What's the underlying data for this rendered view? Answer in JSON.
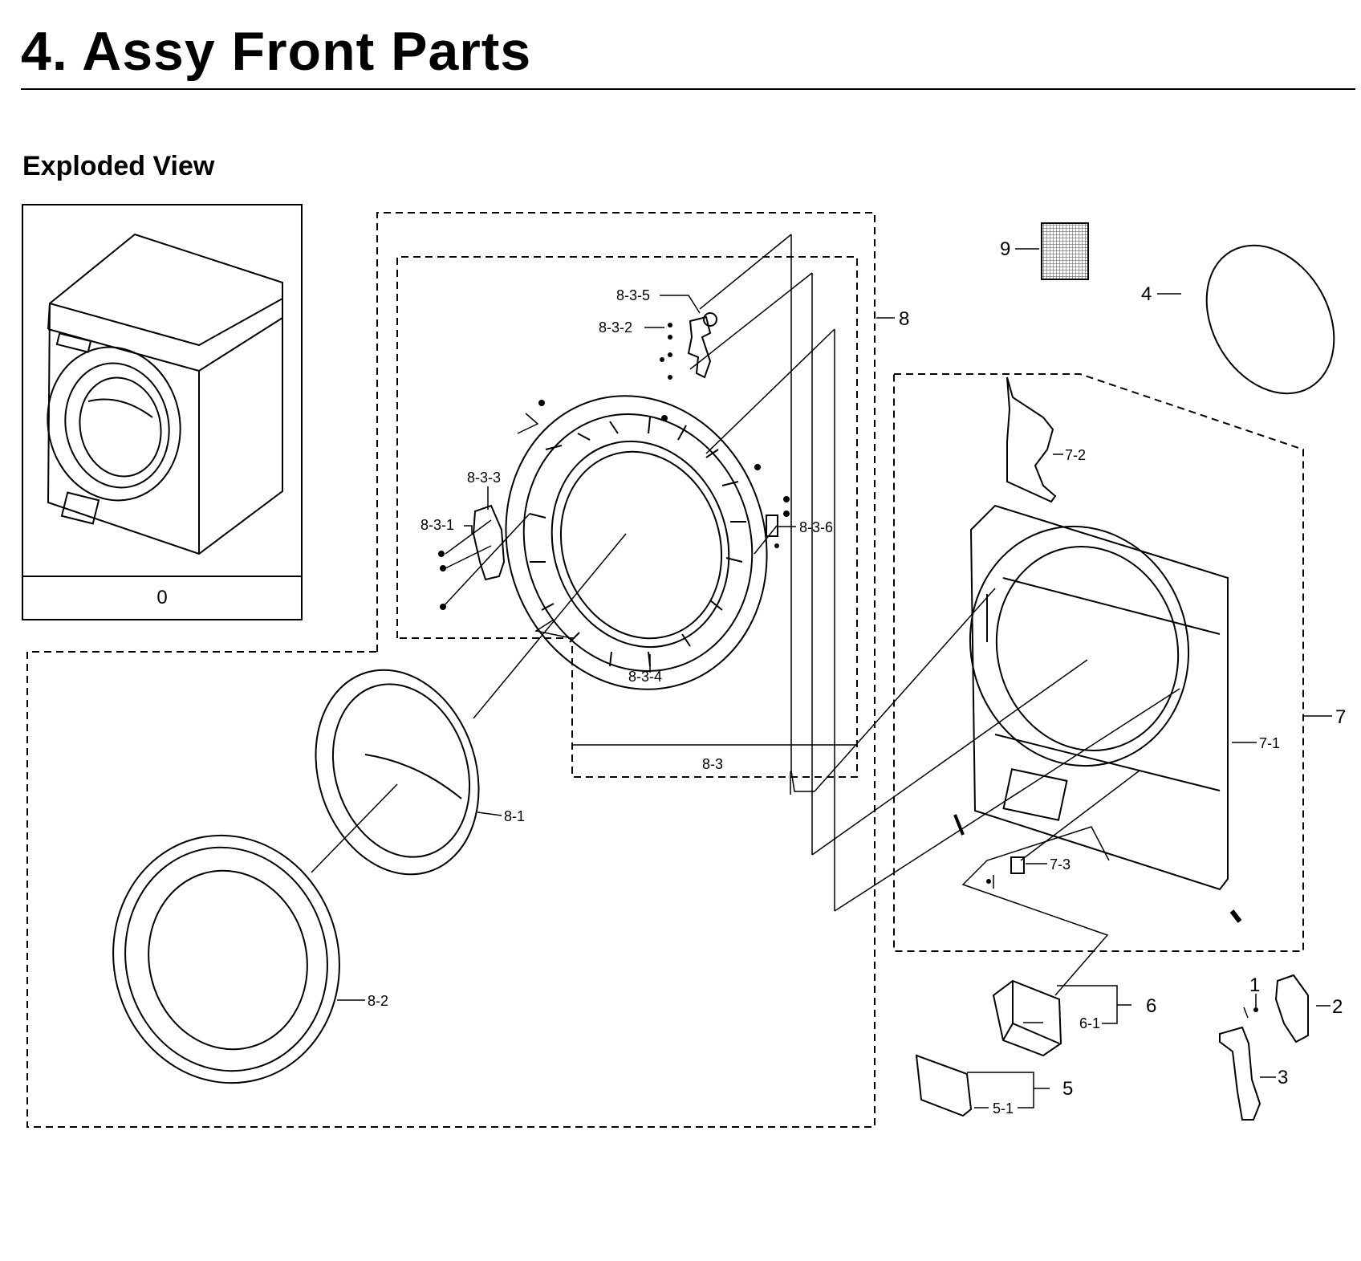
{
  "page": {
    "title": "4.  Assy Front Parts",
    "section": "Exploded View"
  },
  "inset": {
    "label": "0"
  },
  "callouts": {
    "c8_3_5": "8-3-5",
    "c8_3_2": "8-3-2",
    "c8_3_3": "8-3-3",
    "c8_3_1": "8-3-1",
    "c8_3_6": "8-3-6",
    "c8_3_4": "8-3-4",
    "c8_3": "8-3",
    "c8": "8",
    "c8_1": "8-1",
    "c8_2": "8-2",
    "c9": "9",
    "c4": "4",
    "c7_2": "7-2",
    "c7": "7",
    "c7_1": "7-1",
    "c7_3": "7-3",
    "c6": "6",
    "c6_1": "6-1",
    "c5": "5",
    "c5_1": "5-1",
    "c1": "1",
    "c2": "2",
    "c3": "3"
  }
}
